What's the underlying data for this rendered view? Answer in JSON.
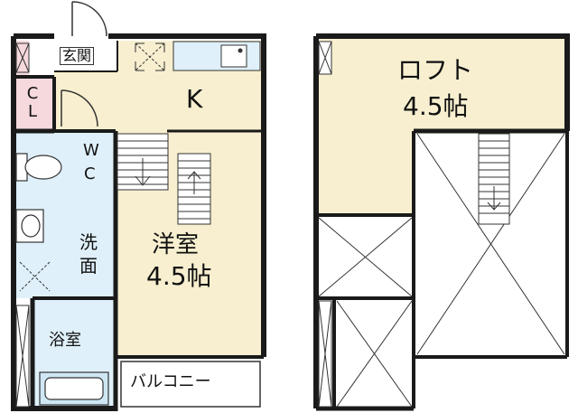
{
  "labels": {
    "entrance": "玄関",
    "kitchen": "K",
    "closet": "C\nL",
    "wc_top": "W",
    "wc_bottom": "C",
    "washroom_top": "洗",
    "washroom_bottom": "面",
    "western_room_name": "洋室",
    "western_room_size": "4.5帖",
    "bathroom": "浴室",
    "balcony": "バルコニー",
    "loft_name": "ロフト",
    "loft_size": "4.5帖"
  },
  "colors": {
    "wall": "#1a1a1a",
    "room_floor": "#f7efcf",
    "wet_area": "#dff0fa",
    "closet": "#f6d9dd",
    "bath_tub": "#cfe7f5"
  }
}
